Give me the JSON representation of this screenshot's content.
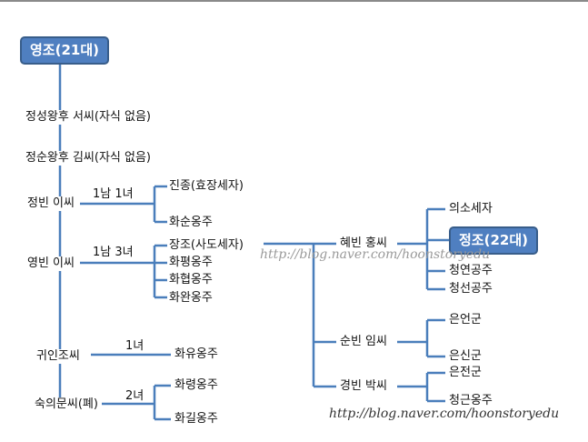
{
  "root": "영조(21대)",
  "consorts": {
    "jeongseong": "정성왕후 서씨(자식 없음)",
    "jeongsun": "정순왕후 김씨(자식 없음)",
    "jeongbin": "정빈 이씨",
    "yeongbin": "영빈 이씨",
    "gwiin": "귀인조씨",
    "sugui": "숙의문씨(폐)"
  },
  "counts": {
    "jeongbin": "1남 1녀",
    "yeongbin": "1남 3녀",
    "gwiin": "1녀",
    "sugui": "2녀"
  },
  "children": {
    "jinjong": "진종(효장세자)",
    "hwasun": "화순옹주",
    "jangjo": "장조(사도세자)",
    "hwapyeong": "화평옹주",
    "hwahyeop": "화협옹주",
    "hwawan": "화완옹주",
    "hwayu": "화유옹주",
    "hwaryeong": "화령옹주",
    "hwagil": "화길옹주"
  },
  "jangjo_consorts": {
    "hyebin": "혜빈 홍씨",
    "sunbin": "순빈 임씨",
    "gyeongbin": "경빈 박씨"
  },
  "grandchildren": {
    "uiso": "의소세자",
    "jeongjo": "정조(22대)",
    "cheongyeon": "청연공주",
    "cheongseon": "청선공주",
    "euneon": "은언군",
    "eunsin": "은신군",
    "eunjeon": "은전군",
    "cheonggeun": "청근옹주"
  },
  "watermark": "http://blog.naver.com/hoonstoryedu",
  "colors": {
    "line": "#4a7ebb",
    "box_fill": "#4f7fc0",
    "box_border": "#385d8a"
  }
}
